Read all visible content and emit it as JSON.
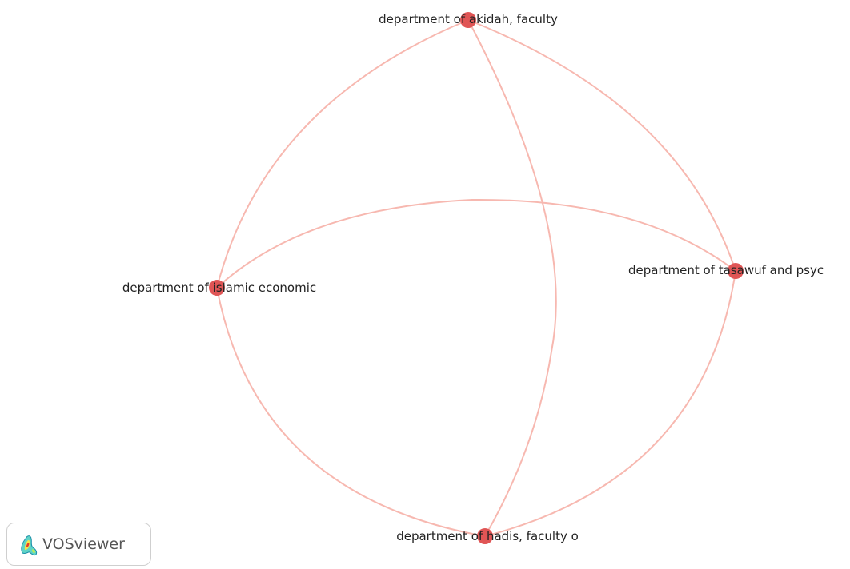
{
  "network": {
    "nodes": [
      {
        "id": "akidah",
        "label": "department of akidah, faculty",
        "color": "#e05555"
      },
      {
        "id": "islamic",
        "label": "department of islamic economic",
        "color": "#e05555"
      },
      {
        "id": "tasawuf",
        "label": "department of tasawuf and psyc",
        "color": "#e05555"
      },
      {
        "id": "hadis",
        "label": "department of hadis, faculty o",
        "color": "#e05555"
      }
    ],
    "links": [
      {
        "source": "akidah",
        "target": "islamic"
      },
      {
        "source": "akidah",
        "target": "tasawuf"
      },
      {
        "source": "akidah",
        "target": "hadis"
      },
      {
        "source": "islamic",
        "target": "tasawuf"
      },
      {
        "source": "islamic",
        "target": "hadis"
      },
      {
        "source": "tasawuf",
        "target": "hadis"
      }
    ],
    "link_color": "#f7b8b0"
  },
  "badge": {
    "brand": "VOSviewer",
    "icon": "vosviewer-logo-icon"
  }
}
